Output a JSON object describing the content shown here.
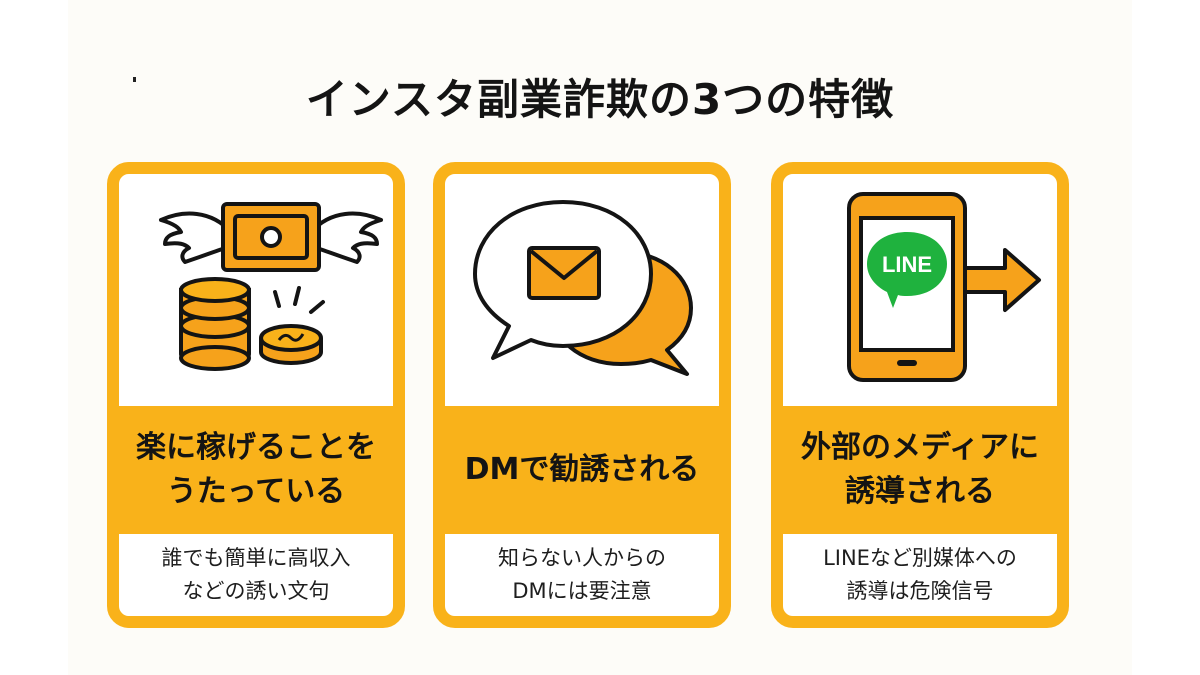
{
  "title": "インスタ副業詐欺の3つの特徴",
  "colors": {
    "accent": "#f9b21a",
    "orange": "#f6a21b",
    "line_green": "#1fb23e",
    "ink": "#141414"
  },
  "cards": [
    {
      "icon": "money-wings-coins-icon",
      "heading_lines": [
        "楽に稼げることを",
        "うたっている"
      ],
      "desc_lines": [
        "誰でも簡単に高収入",
        "などの誘い文句"
      ]
    },
    {
      "icon": "mail-chat-bubbles-icon",
      "heading_lines": [
        "DMで勧誘される"
      ],
      "desc_lines": [
        "知らない人からの",
        "DMには要注意"
      ]
    },
    {
      "icon": "phone-line-arrow-icon",
      "logo_text": "LINE",
      "heading_lines": [
        "外部のメディアに",
        "誘導される"
      ],
      "desc_lines": [
        "LINEなど別媒体への",
        "誘導は危険信号"
      ]
    }
  ]
}
